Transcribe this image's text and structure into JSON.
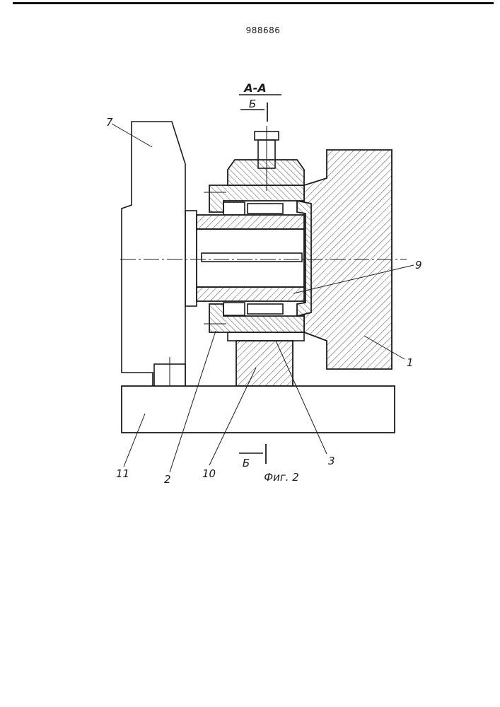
{
  "header": {
    "patent_number": "988686"
  },
  "section": {
    "title": "А-А",
    "cut_mark_top": "Б",
    "cut_mark_bottom": "Б"
  },
  "figure_caption": "Фиг. 2",
  "callouts": {
    "part_7": "7",
    "part_9": "9",
    "part_1": "1",
    "part_11": "11",
    "part_2": "2",
    "part_10": "10",
    "part_3": "3"
  }
}
